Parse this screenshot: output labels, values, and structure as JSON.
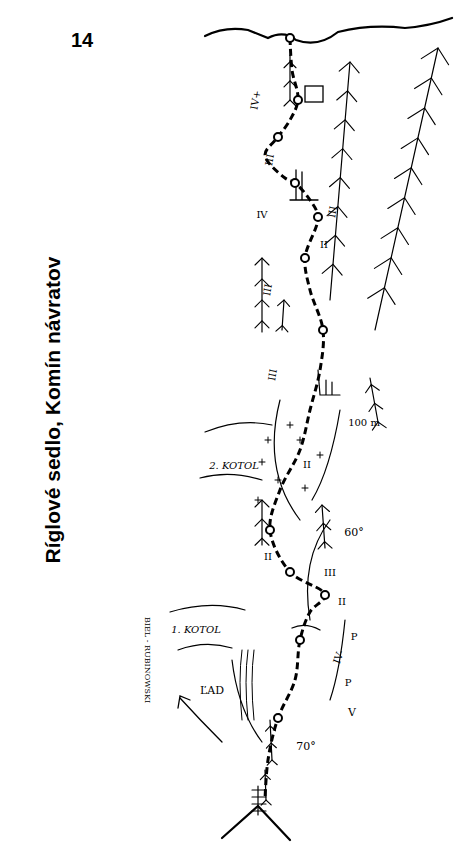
{
  "diagram": {
    "title": "Ríglové sedlo, Komín návratov",
    "labels": [
      "14",
      "IV+",
      "III",
      "IV",
      "III",
      "II",
      "III",
      "III",
      "100 m",
      "2. KOTOL",
      "II",
      "60°",
      "II",
      "III",
      "II",
      "1. KOTOL",
      "P",
      "IV-",
      "ĽAD",
      "P",
      "V",
      "70°",
      "BIEL - RUBINOWSKI"
    ]
  }
}
